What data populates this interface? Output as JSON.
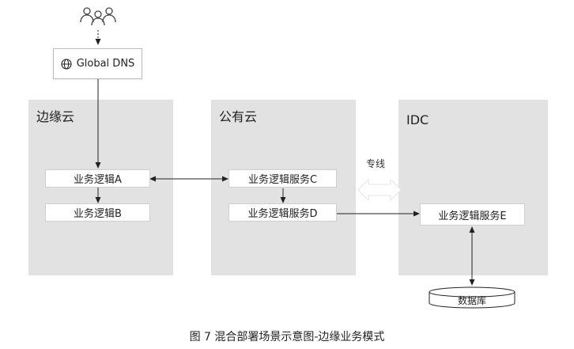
{
  "dns": {
    "icon": "globe-icon",
    "label": "Global DNS"
  },
  "users_icon": "users-icon",
  "zones": {
    "edge": {
      "title": "边缘云"
    },
    "public": {
      "title": "公有云"
    },
    "idc": {
      "title": "IDC"
    }
  },
  "nodes": {
    "a": "业务逻辑A",
    "b": "业务逻辑B",
    "c": "业务逻辑服务C",
    "d": "业务逻辑服务D",
    "e": "业务逻辑服务E"
  },
  "link_label": "专线",
  "database": {
    "label": "数据库"
  },
  "caption": "图 7  混合部署场景示意图-边缘业务模式",
  "colors": {
    "zone": "#e2e2e2",
    "line": "#222222",
    "box_border": "#cfcfcf"
  }
}
